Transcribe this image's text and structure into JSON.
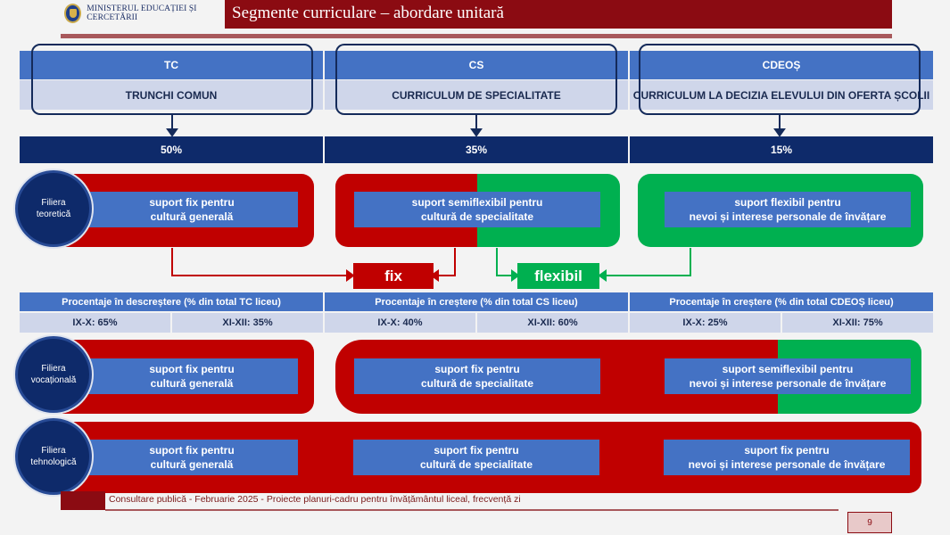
{
  "header": {
    "ministry": "MINISTERUL EDUCAȚIEI ȘI CERCETĂRII",
    "title": "Segmente curriculare – abordare unitară"
  },
  "columns": [
    {
      "code": "TC",
      "name": "TRUNCHI COMUN",
      "percent": "50%"
    },
    {
      "code": "CS",
      "name": "CURRICULUM DE SPECIALITATE",
      "percent": "35%"
    },
    {
      "code": "CDEOȘ",
      "name": "CURRICULUM LA DECIZIA ELEVULUI DIN OFERTA ȘCOLII",
      "percent": "15%"
    }
  ],
  "filiera_teoretica": {
    "label_line1": "Filiera",
    "label_line2": "teoretică",
    "boxes": [
      {
        "line1": "suport fix pentru",
        "line2": "cultură generală"
      },
      {
        "line1": "suport semiflexibil pentru",
        "line2": "cultură de specialitate"
      },
      {
        "line1": "suport flexibil pentru",
        "line2": "nevoi și interese personale de învățare"
      }
    ]
  },
  "legend": {
    "fix": "fix",
    "flexibil": "flexibil"
  },
  "progress": {
    "headers": [
      "Procentaje în descreștere (% din total TC liceu)",
      "Procentaje în creștere (% din total CS liceu)",
      "Procentaje în  creștere (% din total CDEOȘ liceu)"
    ],
    "values": [
      "IX-X: 65%",
      "XI-XII: 35%",
      "IX-X: 40%",
      "XI-XII: 60%",
      "IX-X: 25%",
      "XI-XII: 75%"
    ]
  },
  "filiera_vocationala": {
    "label_line1": "Filiera",
    "label_line2": "vocațională",
    "boxes": [
      {
        "line1": "suport fix pentru",
        "line2": "cultură generală"
      },
      {
        "line1": "suport fix pentru",
        "line2": "cultură de specialitate"
      },
      {
        "line1": "suport semiflexibil pentru",
        "line2": "nevoi și interese personale de învățare"
      }
    ]
  },
  "filiera_tehnologica": {
    "label_line1": "Filiera",
    "label_line2": "tehnologică",
    "boxes": [
      {
        "line1": "suport fix pentru",
        "line2": "cultură generală"
      },
      {
        "line1": "suport fix pentru",
        "line2": "cultură de specialitate"
      },
      {
        "line1": "suport fix pentru",
        "line2": "nevoi și interese personale de învățare"
      }
    ]
  },
  "footer": {
    "text": "Consultare publică - Februarie 2025 - Proiecte planuri-cadru pentru învățământul liceal, frecvență zi",
    "page": "9"
  },
  "colors": {
    "red": "#c00000",
    "green": "#00b050",
    "blue": "#4472c4",
    "navy": "#0e2a6a",
    "maroon": "#8b0b12"
  }
}
